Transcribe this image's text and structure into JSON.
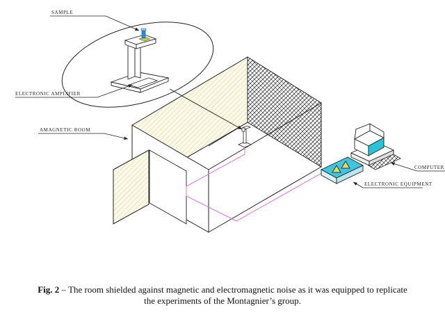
{
  "labels": {
    "sample": "SAMPLE",
    "amplifier": "ELECTRONIC AMPLIFIER",
    "room": "AMAGNETIC ROOM",
    "computer": "COMPUTER",
    "equipment": "ELECTRONIC EQUIPMENT"
  },
  "caption": {
    "fig": "Fig. 2",
    "dash": " – ",
    "line1": "The room shielded against magnetic and electromagnetic noise as it was equipped to replicate",
    "line2": "the experiments of the Montagnier’s group."
  },
  "colors": {
    "line": "#222222",
    "hatch_wall": "#e6e0a8",
    "cable": "#e070d8",
    "screen": "#25c4d8",
    "panel": "#3fc6dc",
    "sample_vial": "#2a8fd0",
    "sample_tray": "#c8d830"
  }
}
